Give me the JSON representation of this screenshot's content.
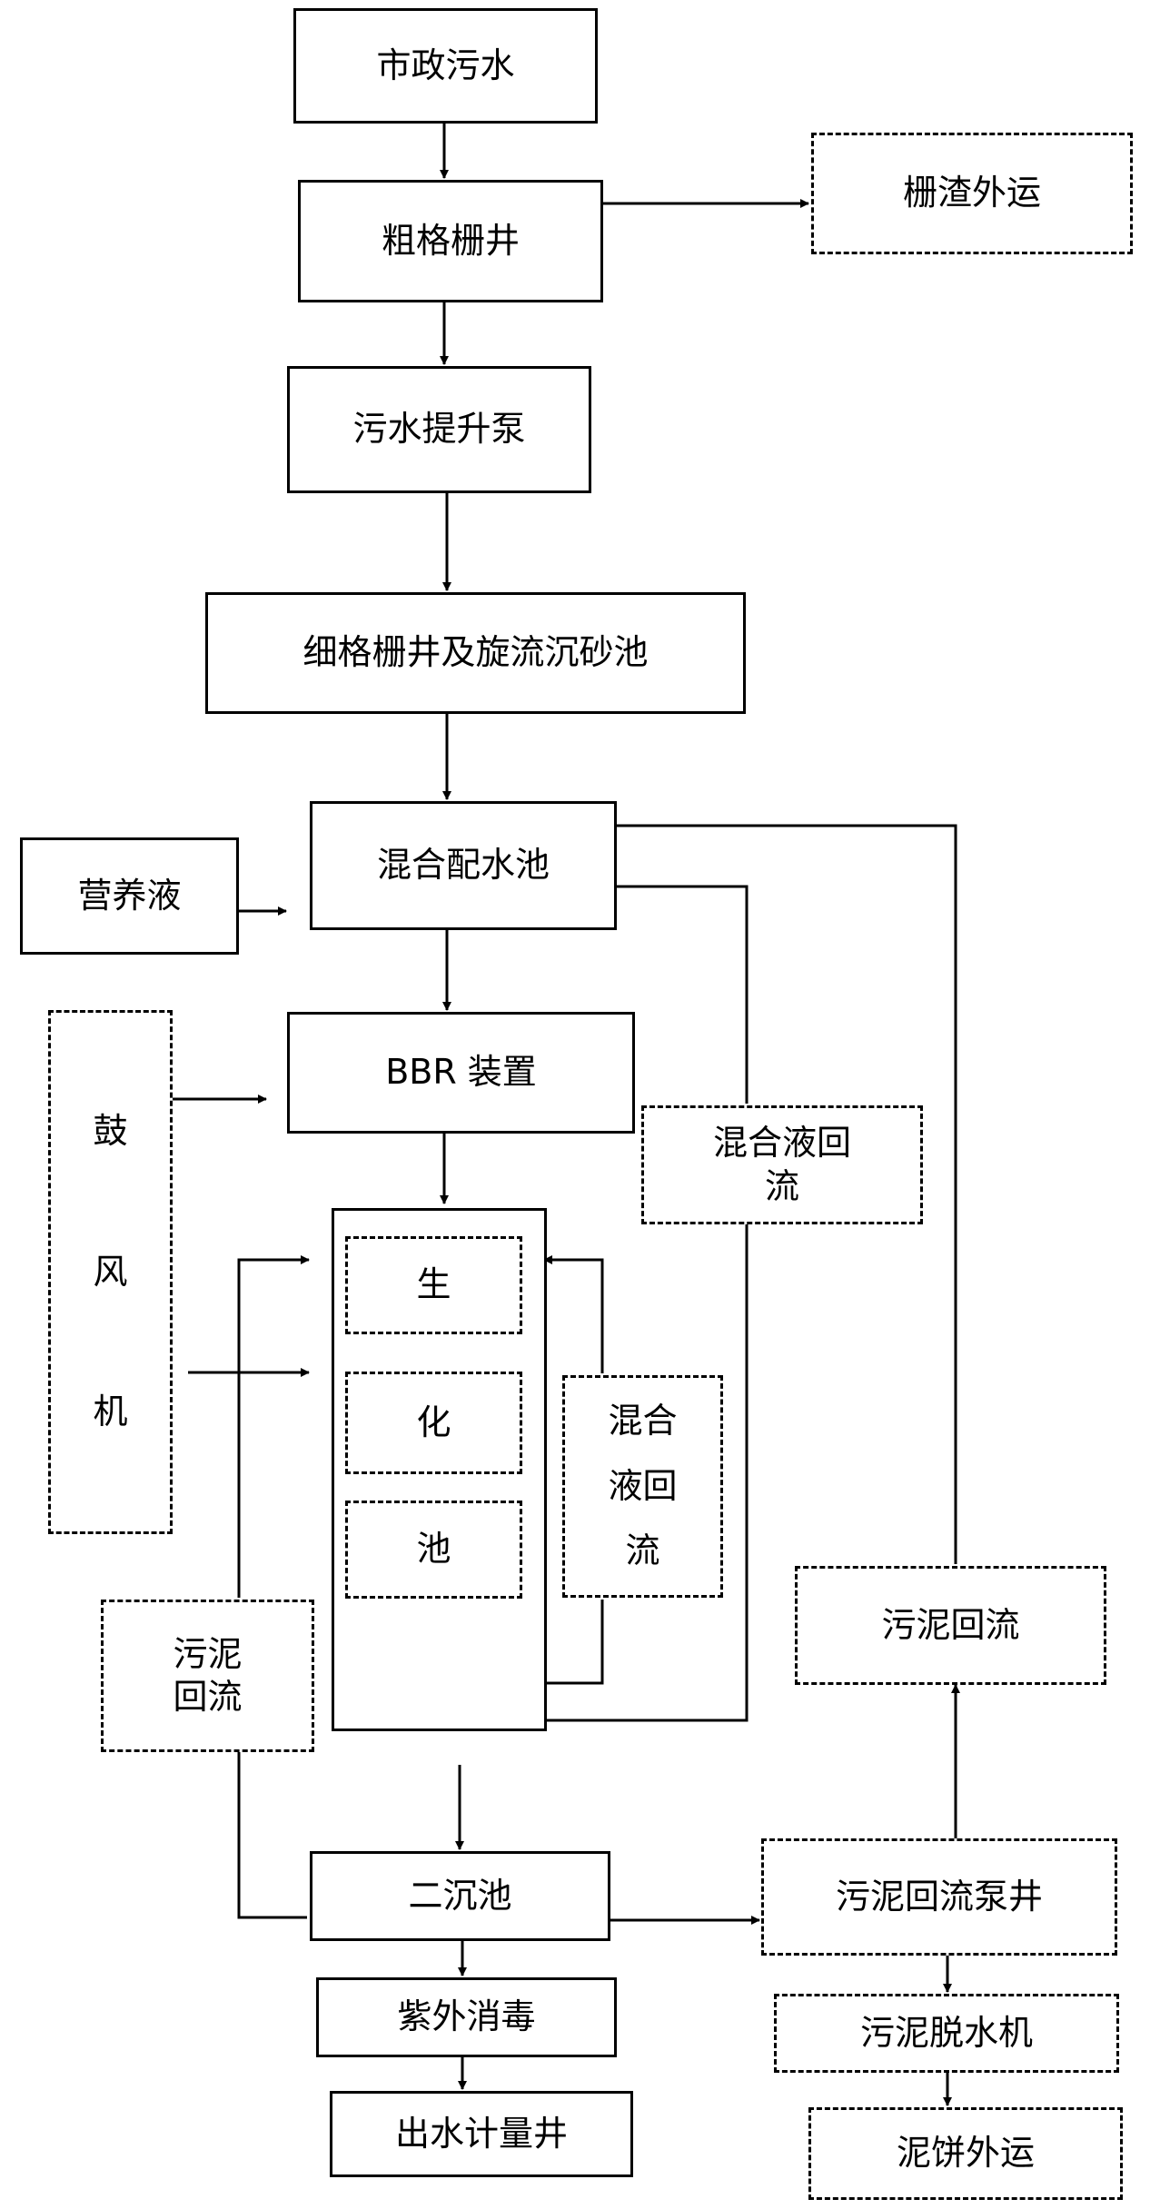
{
  "nodes": {
    "municipal_sewage": "市政污水",
    "coarse_screen_well": "粗格栅井",
    "screenings_removal": "栅渣外运",
    "sewage_lift_pump": "污水提升泵",
    "fine_screen_grit": "细格栅井及旋流沉砂池",
    "mixing_distribution_tank": "混合配水池",
    "nutrient_solution": "营养液",
    "blower_chars": [
      "鼓",
      "风",
      "机"
    ],
    "bbr_device": "BBR 装置",
    "mixed_liquor_return_top_line1": "混合液回",
    "mixed_liquor_return_top_line2": "流",
    "bio_tank_chars": [
      "生",
      "化",
      "池"
    ],
    "mixed_liquor_return_inner": [
      "混合",
      "液回",
      "流"
    ],
    "sludge_return_left": [
      "污泥",
      "回流"
    ],
    "sludge_return_right": "污泥回流",
    "secondary_clarifier": "二沉池",
    "sludge_return_pump_well": "污泥回流泵井",
    "uv_disinfection": "紫外消毒",
    "sludge_dewatering": "污泥脱水机",
    "effluent_metering_well": "出水计量井",
    "sludge_cake_removal": "泥饼外运"
  },
  "colors": {
    "line": "#000000",
    "background": "#ffffff"
  }
}
